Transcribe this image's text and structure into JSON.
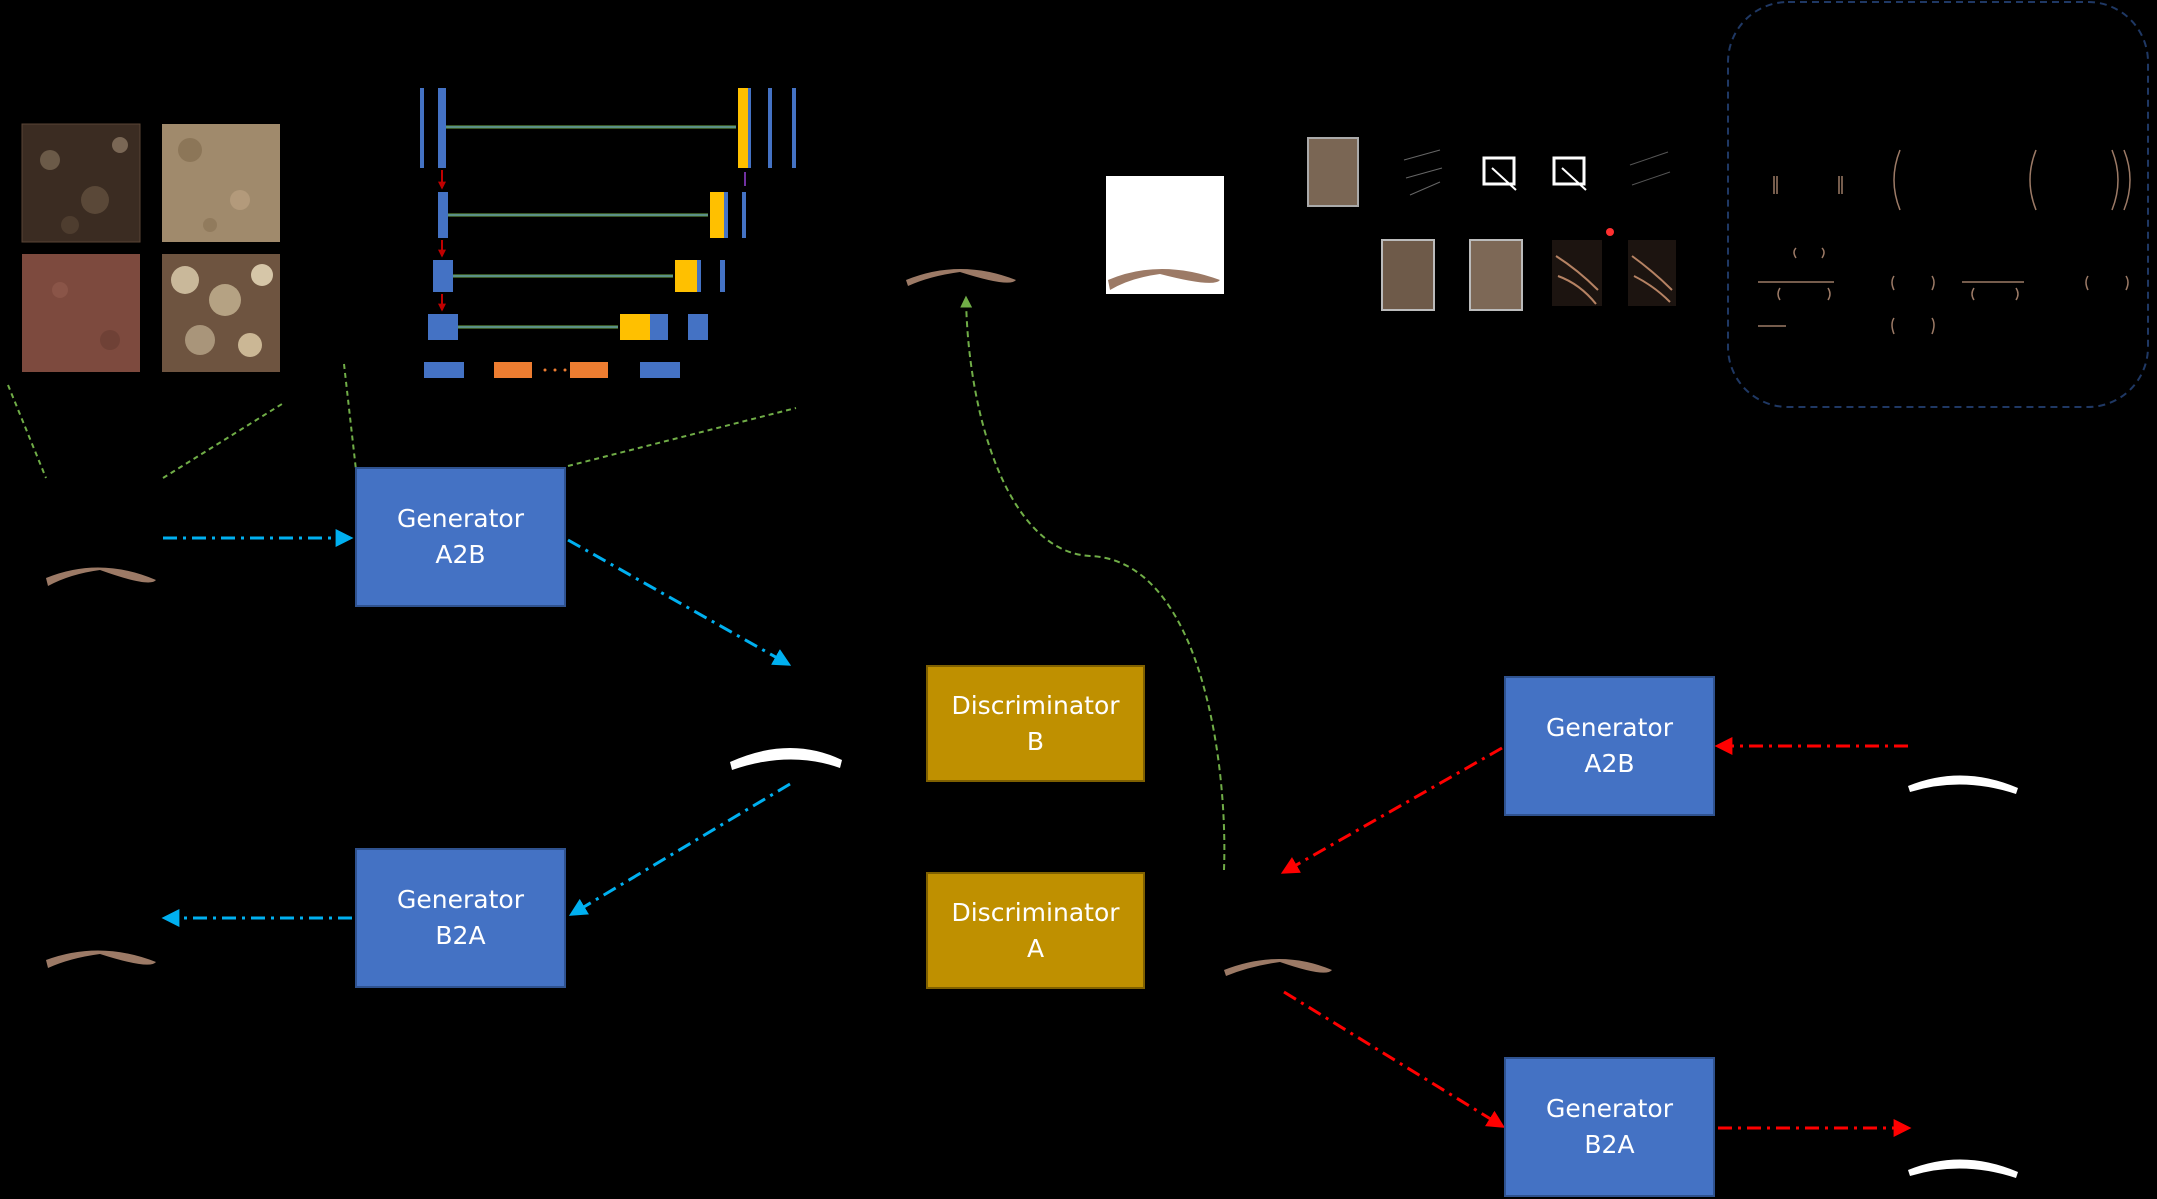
{
  "blocks": {
    "gen_a2b_left": {
      "line1": "Generator",
      "line2": "A2B"
    },
    "gen_b2a_left": {
      "line1": "Generator",
      "line2": "B2A"
    },
    "disc_b": {
      "line1": "Discriminator",
      "line2": "B"
    },
    "disc_a": {
      "line1": "Discriminator",
      "line2": "A"
    },
    "gen_a2b_right": {
      "line1": "Generator",
      "line2": "A2B"
    },
    "gen_b2a_right": {
      "line1": "Generator",
      "line2": "B2A"
    }
  },
  "colors": {
    "generator": "#4472c4",
    "discriminator": "#bf9000",
    "cycle_left_arrow": "#00b0f0",
    "cycle_right_arrow": "#ff0000",
    "guide_dashes": "#70ad47",
    "unet_block": "#4472c4",
    "unet_concat": "#ffc000",
    "unet_bottleneck": "#ed7d31",
    "crack_sample": "#9c7a66",
    "crack_mask": "#ffffff",
    "formula_panel_border": "#1f3864"
  },
  "icons": {
    "texture_samples": [
      "dark-rock-texture",
      "sand-texture",
      "red-soil-texture",
      "gravel-texture"
    ],
    "crack_samples": [
      "crack-sample-input",
      "crack-sample-reconstructed",
      "crack-sample-generated",
      "crack-sample-cycle"
    ],
    "mask_samples": [
      "crack-mask-generated",
      "crack-mask-target-top",
      "crack-mask-target-bottom"
    ],
    "augmentation_thumbnails": [
      "rock-thumb",
      "edge-map-thumb",
      "crop-box-thumb",
      "crop-box-thumb",
      "edge-map-thumb",
      "rock-thumb",
      "rock-thumb",
      "crack-overlay-thumb",
      "crack-overlay-thumb"
    ]
  }
}
